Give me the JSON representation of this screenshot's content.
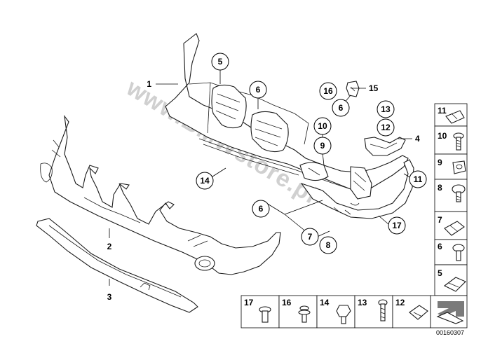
{
  "watermark": "www.BMWstore.pl",
  "callouts": {
    "c1": "1",
    "c2": "2",
    "c3": "3",
    "c4": "4",
    "c5": "5",
    "c6a": "6",
    "c6b": "6",
    "c6c": "6",
    "c7": "7",
    "c8": "8",
    "c9": "9",
    "c10": "10",
    "c11": "11",
    "c12": "12",
    "c13": "13",
    "c14": "14",
    "c15": "15",
    "c16": "16",
    "c17": "17"
  },
  "side_table": [
    "11",
    "10",
    "9",
    "8",
    "7",
    "6",
    "5"
  ],
  "bottom_table": [
    "17",
    "16",
    "14",
    "13",
    "12"
  ],
  "document_id": "00160307"
}
